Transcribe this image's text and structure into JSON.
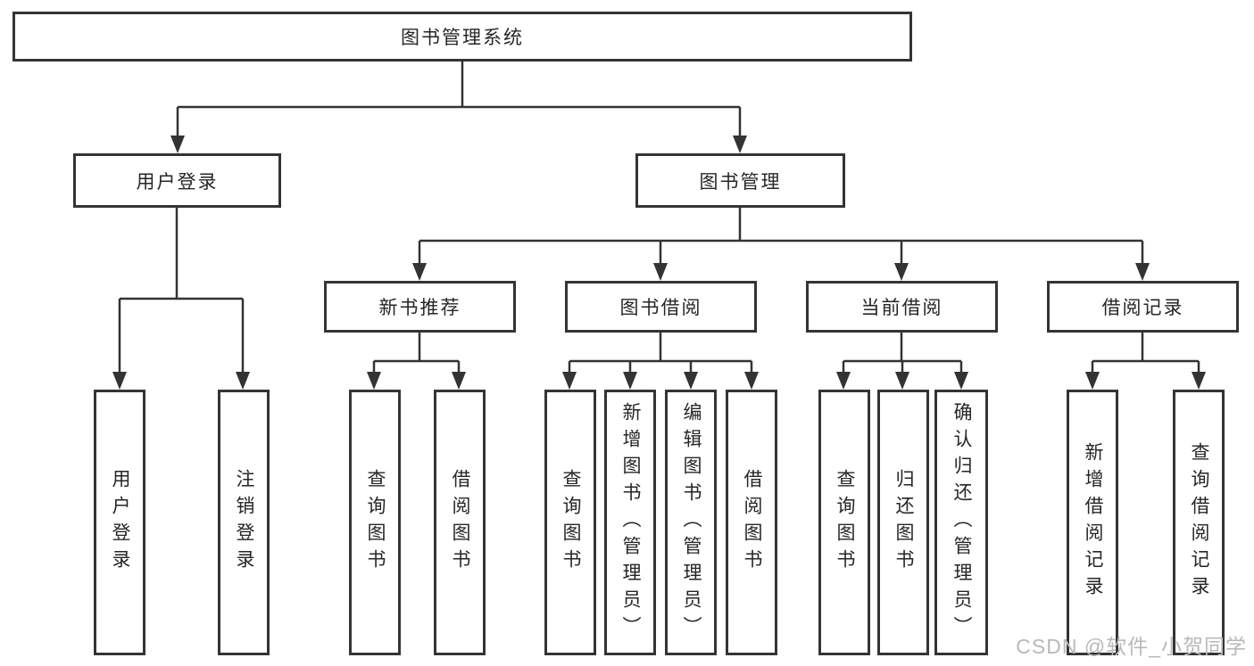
{
  "diagram": {
    "root_label": "图书管理系统",
    "level2": [
      {
        "label": "用户登录",
        "children": [
          "用户登录",
          "注销登录"
        ]
      },
      {
        "label": "图书管理"
      }
    ],
    "level3": [
      {
        "label": "新书推荐",
        "children": [
          "查询图书",
          "借阅图书"
        ]
      },
      {
        "label": "图书借阅",
        "children": [
          "查询图书",
          "新增图书（管理员）",
          "编辑图书（管理员）",
          "借阅图书"
        ]
      },
      {
        "label": "当前借阅",
        "children": [
          "查询图书",
          "归还图书",
          "确认归还（管理员）"
        ]
      },
      {
        "label": "借阅记录",
        "children": [
          "新增借阅记录",
          "查询借阅记录"
        ]
      }
    ]
  },
  "watermark": {
    "text": "CSDN @软件_小贺同学"
  },
  "colors": {
    "line": "#333333",
    "box_border": "#343434",
    "box_background": "#ffffff",
    "text": "#262626",
    "watermark": "#b9b9b9"
  }
}
